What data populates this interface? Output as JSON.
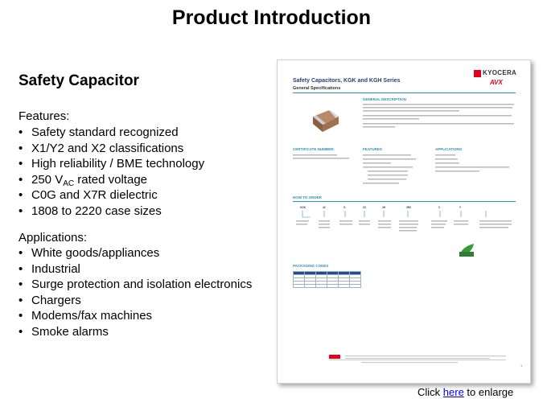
{
  "page": {
    "title": "Product Introduction",
    "subtitle": "Safety Capacitor"
  },
  "features": {
    "heading": "Features:",
    "items": [
      "Safety standard recognized",
      "X1/Y2 and X2 classifications",
      "High reliability / BME technology",
      "C0G and X7R dielectric",
      "1808 to 2220 case sizes"
    ],
    "voltage_prefix": "250 V",
    "voltage_sub": "AC",
    "voltage_suffix": " rated voltage"
  },
  "applications": {
    "heading": "Applications:",
    "items": [
      "White goods/appliances",
      "Industrial",
      "Surge protection and isolation electronics",
      "Chargers",
      "Modems/fax machines",
      "Smoke alarms"
    ]
  },
  "document": {
    "title": "Safety Capacitors, KGK and KGH Series",
    "subtitle": "General Specifications",
    "logo_text": "KYOCERA",
    "logo_sub": "AVX",
    "general_description_label": "GENERAL DESCRIPTION",
    "certificate_label": "CERTIFICATE NUMBER:",
    "features_label": "FEATURES",
    "applications_label": "APPLICATIONS",
    "how_to_order_label": "HOW TO ORDER",
    "packaging_label": "PACKAGING CODES",
    "order_codes": [
      "KGK",
      "42",
      "G",
      "C0",
      "3H",
      "3R0",
      "C",
      "Y"
    ],
    "page_number": "1"
  },
  "footer": {
    "click_prefix": "Click ",
    "link_text": "here",
    "click_suffix": " to enlarge"
  },
  "colors": {
    "accent_blue": "#2a8fbd",
    "brand_red": "#e2001a",
    "link": "#0000ee"
  }
}
